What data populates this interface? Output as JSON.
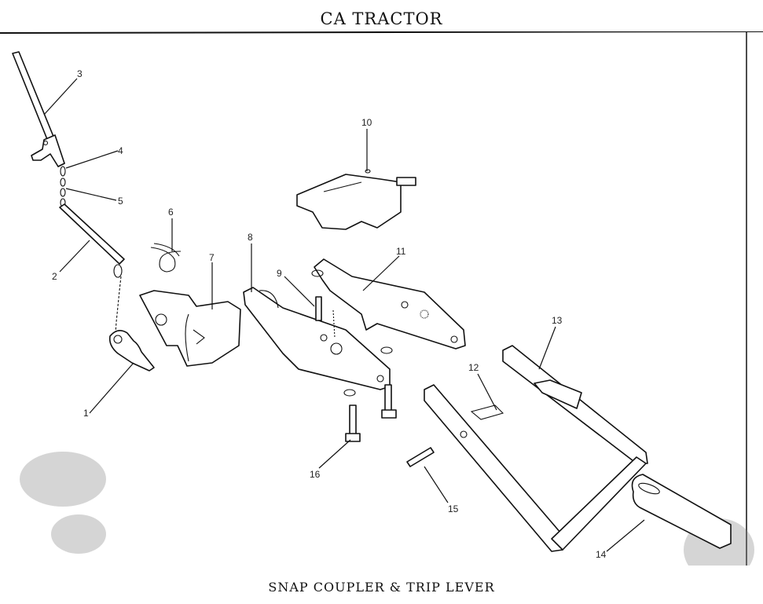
{
  "title": "CA TRACTOR",
  "caption": "SNAP COUPLER & TRIP LEVER",
  "callouts": {
    "c1": "1",
    "c2": "2",
    "c3": "3",
    "c4": "4",
    "c5": "5",
    "c6": "6",
    "c7": "7",
    "c8": "8",
    "c9": "9",
    "c10": "10",
    "c11": "11",
    "c12": "12",
    "c13": "13",
    "c14": "14",
    "c15": "15",
    "c16": "16"
  }
}
